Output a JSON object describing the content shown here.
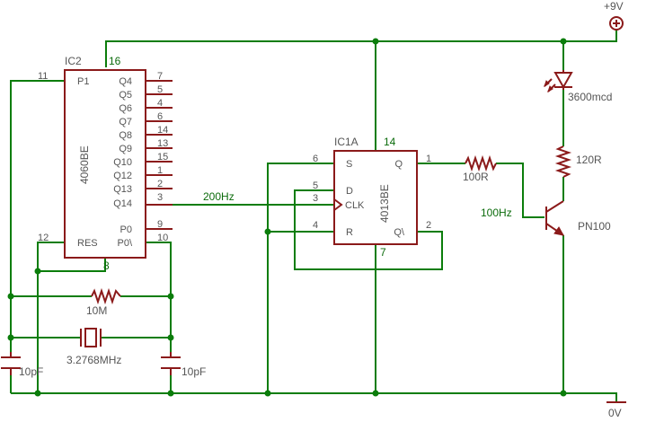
{
  "ic2": {
    "name": "IC2",
    "part": "4060BE",
    "left_pins": [
      {
        "num": "11",
        "name": "P1"
      },
      {
        "num": "12",
        "name": "RES"
      }
    ],
    "right_pins": [
      {
        "num": "7",
        "name": "Q4"
      },
      {
        "num": "5",
        "name": "Q5"
      },
      {
        "num": "4",
        "name": "Q6"
      },
      {
        "num": "6",
        "name": "Q7"
      },
      {
        "num": "14",
        "name": "Q8"
      },
      {
        "num": "13",
        "name": "Q9"
      },
      {
        "num": "15",
        "name": "Q10"
      },
      {
        "num": "1",
        "name": "Q12"
      },
      {
        "num": "2",
        "name": "Q13"
      },
      {
        "num": "3",
        "name": "Q14"
      },
      {
        "num": "9",
        "name": "P0"
      },
      {
        "num": "10",
        "name": "P0\\"
      }
    ],
    "vdd_pin": "16",
    "gnd_pin": "8"
  },
  "ic1a": {
    "name": "IC1A",
    "part": "4013BE",
    "left_pins": [
      {
        "num": "6",
        "name": "S"
      },
      {
        "num": "5",
        "name": "D"
      },
      {
        "num": "3",
        "name": "CLK"
      },
      {
        "num": "4",
        "name": "R"
      }
    ],
    "right_pins": [
      {
        "num": "1",
        "name": "Q"
      },
      {
        "num": "2",
        "name": "Q\\"
      }
    ],
    "vdd_pin": "14",
    "gnd_pin": "7"
  },
  "nets": {
    "clock_in": "200Hz",
    "clock_out": "100Hz"
  },
  "power": {
    "positive": "+9V",
    "ground": "0V"
  },
  "components": {
    "r_feedback": "10M",
    "crystal": "3.2768MHz",
    "cap_left": "10pF",
    "cap_right": "10pF",
    "r_base": "100R",
    "r_led": "120R",
    "led": "3600mcd",
    "transistor": "PN100"
  },
  "colors": {
    "wire": "#0b7d0b",
    "component": "#8b1a1a",
    "text": "#555555"
  }
}
